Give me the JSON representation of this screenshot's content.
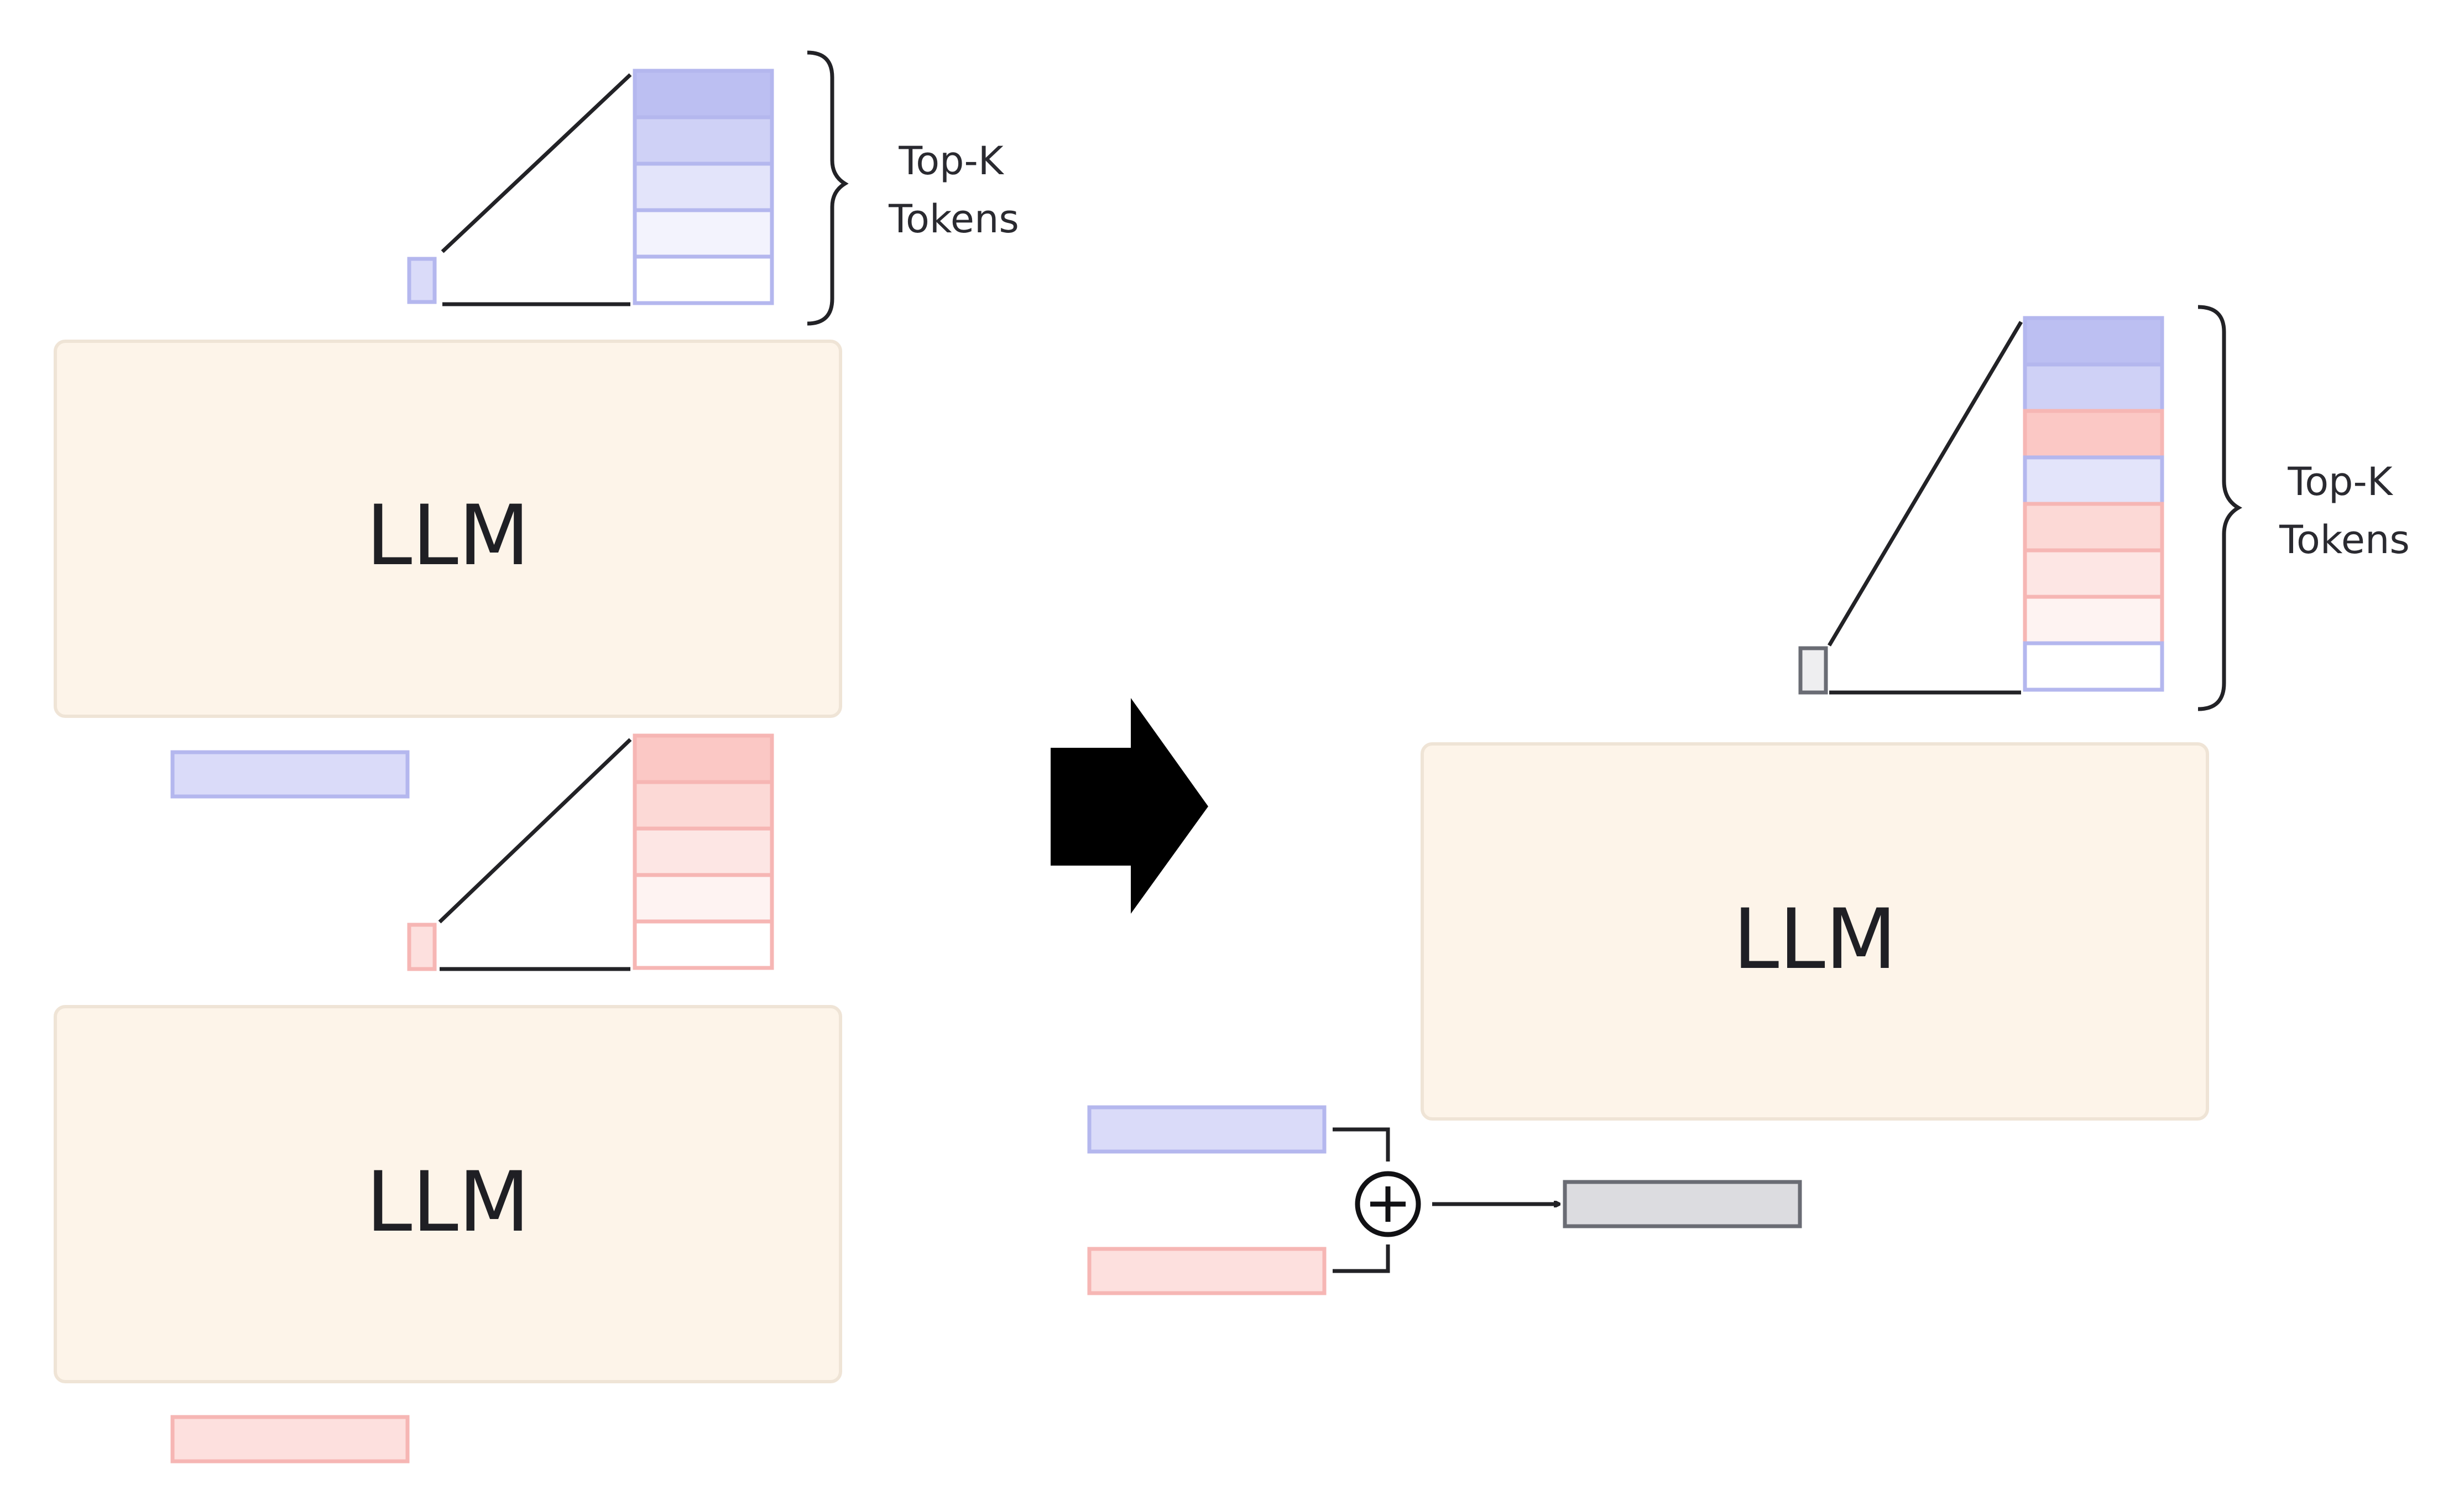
{
  "left": {
    "top_model": {
      "label": "LLM"
    },
    "bottom_model": {
      "label": "LLM"
    },
    "annotation": {
      "line1": "Top-K",
      "line2": "Tokens"
    },
    "top_stack_colors": [
      "#bcbff2",
      "#cfd1f6",
      "#e3e4fa",
      "#f3f3fd",
      "#ffffff"
    ],
    "mid_stack_colors": [
      "#fbc8c5",
      "#fcd9d6",
      "#fde6e4",
      "#fef3f2",
      "#ffffff"
    ]
  },
  "right": {
    "model": {
      "label": "LLM"
    },
    "annotation": {
      "line1": "Top-K",
      "line2": "Tokens"
    },
    "stack_colors": [
      "#bcbff2",
      "#cfd1f6",
      "#fbc8c5",
      "#e3e4fa",
      "#fcd9d6",
      "#fde6e4",
      "#fef3f2",
      "#ffffff"
    ],
    "stack_borders": [
      "#b4b7ee",
      "#b4b7ee",
      "#f6b6b4",
      "#b4b7ee",
      "#f6b6b4",
      "#f6b6b4",
      "#f6b6b4",
      "#b4b7ee"
    ]
  },
  "transition": {
    "icon": "right-arrow-icon"
  },
  "combine": {
    "icon": "circled-plus-icon"
  },
  "colors": {
    "model_fill": "#fdf4e9",
    "model_border": "#efe4d6",
    "blue_token": "#dadbf9",
    "blue_border": "#b4b7ee",
    "red_token": "#fde0de",
    "red_border": "#f6b6b4",
    "gray_token": "#dcdce0",
    "gray_border": "#6a6c74",
    "ink": "#222226"
  }
}
